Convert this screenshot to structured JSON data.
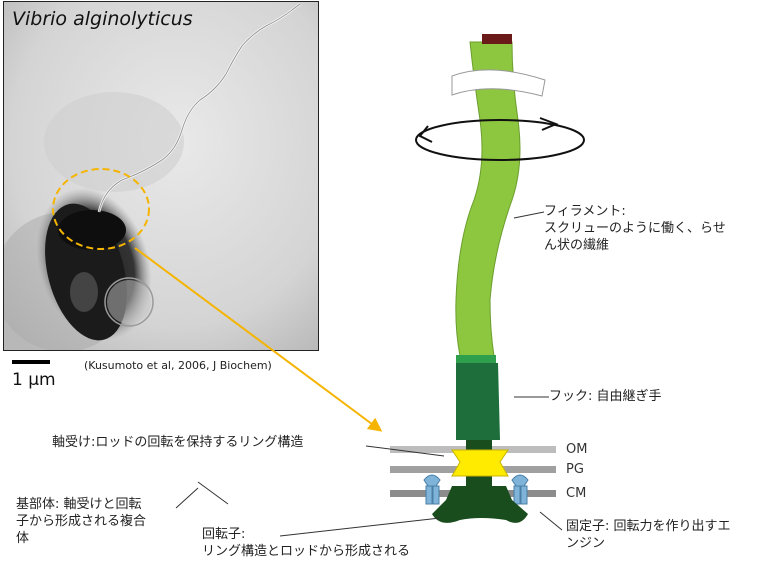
{
  "micrograph": {
    "species": "Vibrio alginolyticus",
    "scale_label": "1 μm",
    "citation": "(Kusumoto et al, 2006, J Biochem)"
  },
  "labels": {
    "filament": "フィラメント:\nスクリューのように働く、らせ\nん状の繊維",
    "hook": "フック: 自由継ぎ手",
    "bearing": "軸受け:ロッドの回転を保持するリング構造",
    "basal_body": "基部体: 軸受けと回転\n子から形成される複合\n体",
    "rotor": "回転子:\nリング構造とロッドから形成される",
    "stator": "固定子: 回転力を作り出すエ\nンジン"
  },
  "membranes": {
    "om": "OM",
    "pg": "PG",
    "cm": "CM"
  },
  "colors": {
    "filament": "#8dc63f",
    "hook": "#1e6e3c",
    "rotor": "#1a4d1e",
    "bearing_ring": "#ffeb00",
    "stator": "#7fb3d8",
    "highlight_circle": "#f5b400",
    "cap": "#6b1a1a"
  }
}
